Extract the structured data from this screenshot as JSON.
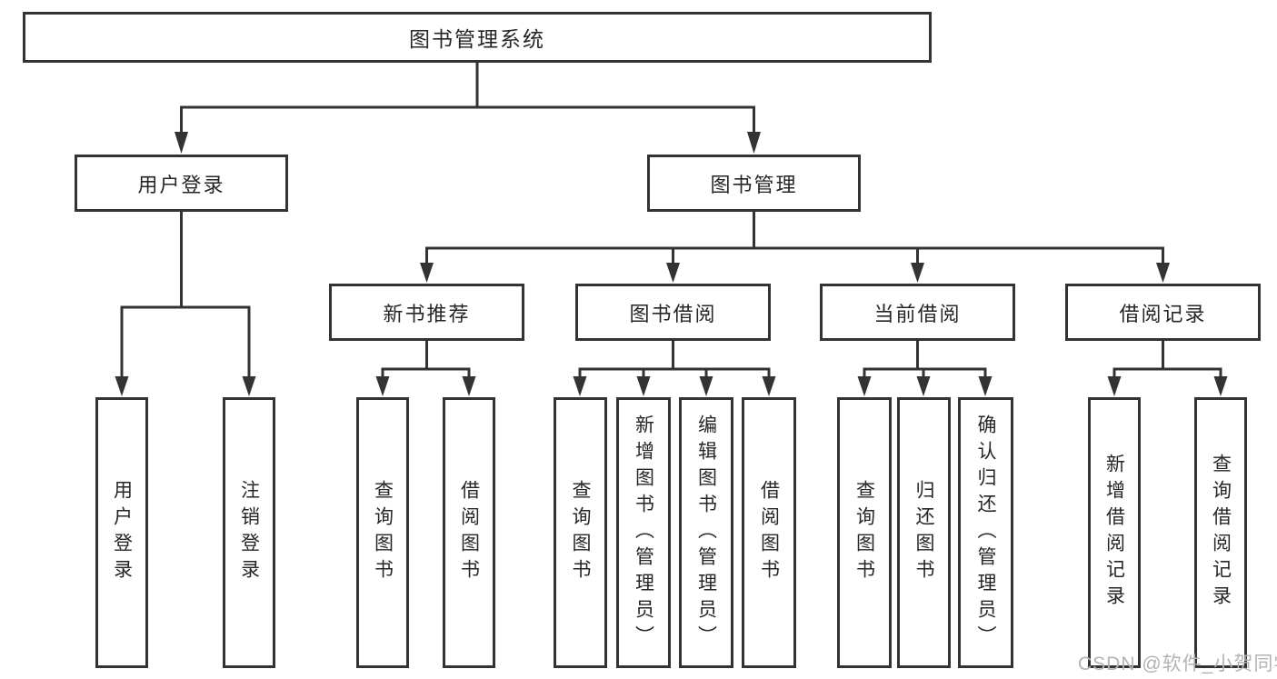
{
  "tree": {
    "label": "图书管理系统",
    "children": [
      {
        "label": "用户登录",
        "children": [
          {
            "label": "用户登录"
          },
          {
            "label": "注销登录"
          }
        ]
      },
      {
        "label": "图书管理",
        "children": [
          {
            "label": "新书推荐",
            "children": [
              {
                "label": "查询图书"
              },
              {
                "label": "借阅图书"
              }
            ]
          },
          {
            "label": "图书借阅",
            "children": [
              {
                "label": "查询图书"
              },
              {
                "label": "新增图书（管理员）"
              },
              {
                "label": "编辑图书（管理员）"
              },
              {
                "label": "借阅图书"
              }
            ]
          },
          {
            "label": "当前借阅",
            "children": [
              {
                "label": "查询图书"
              },
              {
                "label": "归还图书"
              },
              {
                "label": "确认归还（管理员）"
              }
            ]
          },
          {
            "label": "借阅记录",
            "children": [
              {
                "label": "新增借阅记录"
              },
              {
                "label": "查询借阅记录"
              }
            ]
          }
        ]
      }
    ]
  },
  "watermark": {
    "text": "CSDN @软件_小贺同学"
  },
  "colors": {
    "line": "#333333",
    "box_border": "#333333",
    "text": "#262626",
    "background": "#ffffff",
    "watermark": "#b3b3b3"
  }
}
